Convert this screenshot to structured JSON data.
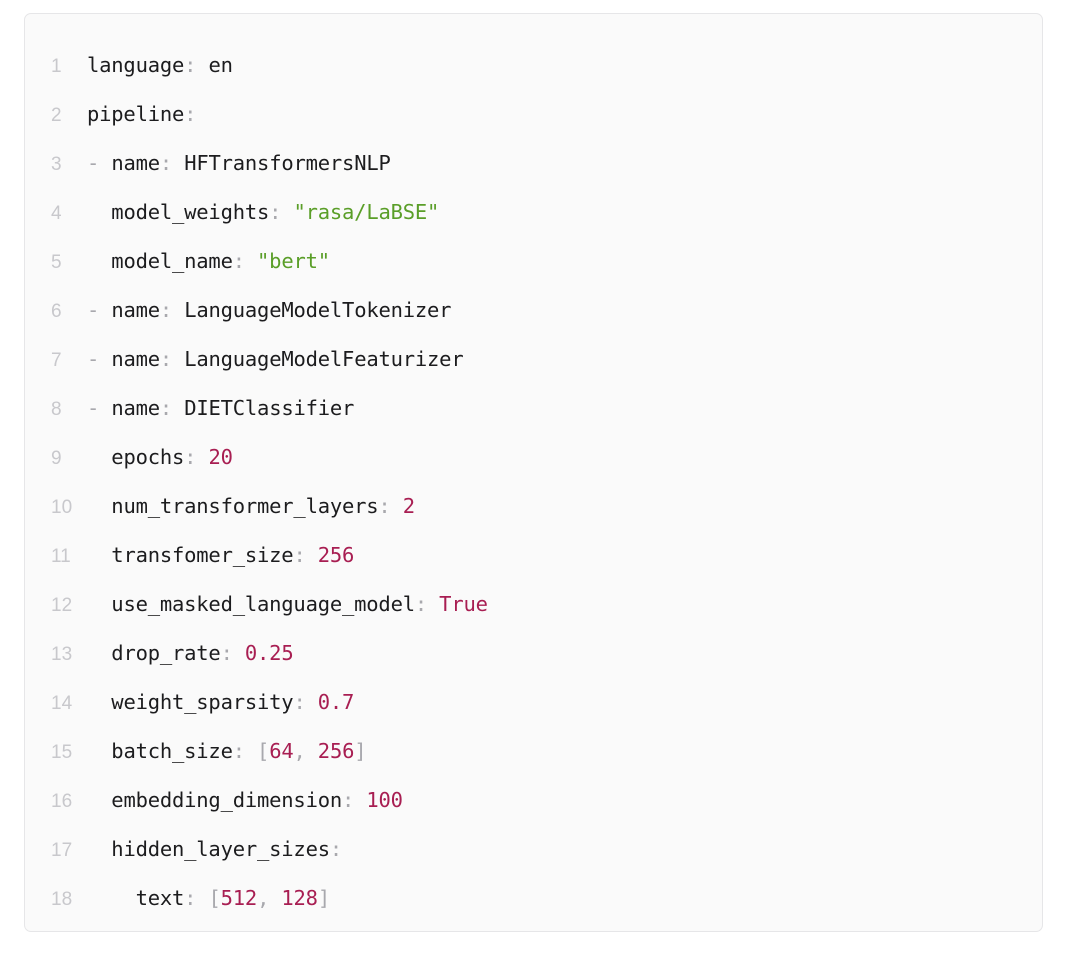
{
  "code_block": {
    "language": "yaml",
    "colors": {
      "background": "#fafafa",
      "border": "#e6e6e8",
      "page_background": "#ffffff",
      "line_number": "#c8c8cc",
      "key": "#1c1c1e",
      "plain_value": "#1c1c1e",
      "punctuation": "#a8a8ad",
      "string": "#5a9e28",
      "number": "#a81e52",
      "boolean": "#a81e52"
    },
    "lines": [
      {
        "number": "1",
        "indent": "",
        "tokens": [
          {
            "type": "key",
            "text": "language"
          },
          {
            "type": "punct",
            "text": ":"
          },
          {
            "type": "space",
            "text": " "
          },
          {
            "type": "plain",
            "text": "en"
          }
        ]
      },
      {
        "number": "2",
        "indent": "",
        "tokens": [
          {
            "type": "key",
            "text": "pipeline"
          },
          {
            "type": "punct",
            "text": ":"
          }
        ]
      },
      {
        "number": "3",
        "indent": "",
        "tokens": [
          {
            "type": "dash",
            "text": "-"
          },
          {
            "type": "space",
            "text": " "
          },
          {
            "type": "key",
            "text": "name"
          },
          {
            "type": "punct",
            "text": ":"
          },
          {
            "type": "space",
            "text": " "
          },
          {
            "type": "plain",
            "text": "HFTransformersNLP"
          }
        ]
      },
      {
        "number": "4",
        "indent": "  ",
        "tokens": [
          {
            "type": "key",
            "text": "model_weights"
          },
          {
            "type": "punct",
            "text": ":"
          },
          {
            "type": "space",
            "text": " "
          },
          {
            "type": "str",
            "text": "\"rasa/LaBSE\""
          }
        ]
      },
      {
        "number": "5",
        "indent": "  ",
        "tokens": [
          {
            "type": "key",
            "text": "model_name"
          },
          {
            "type": "punct",
            "text": ":"
          },
          {
            "type": "space",
            "text": " "
          },
          {
            "type": "str",
            "text": "\"bert\""
          }
        ]
      },
      {
        "number": "6",
        "indent": "",
        "tokens": [
          {
            "type": "dash",
            "text": "-"
          },
          {
            "type": "space",
            "text": " "
          },
          {
            "type": "key",
            "text": "name"
          },
          {
            "type": "punct",
            "text": ":"
          },
          {
            "type": "space",
            "text": " "
          },
          {
            "type": "plain",
            "text": "LanguageModelTokenizer"
          }
        ]
      },
      {
        "number": "7",
        "indent": "",
        "tokens": [
          {
            "type": "dash",
            "text": "-"
          },
          {
            "type": "space",
            "text": " "
          },
          {
            "type": "key",
            "text": "name"
          },
          {
            "type": "punct",
            "text": ":"
          },
          {
            "type": "space",
            "text": " "
          },
          {
            "type": "plain",
            "text": "LanguageModelFeaturizer"
          }
        ]
      },
      {
        "number": "8",
        "indent": "",
        "tokens": [
          {
            "type": "dash",
            "text": "-"
          },
          {
            "type": "space",
            "text": " "
          },
          {
            "type": "key",
            "text": "name"
          },
          {
            "type": "punct",
            "text": ":"
          },
          {
            "type": "space",
            "text": " "
          },
          {
            "type": "plain",
            "text": "DIETClassifier"
          }
        ]
      },
      {
        "number": "9",
        "indent": "  ",
        "tokens": [
          {
            "type": "key",
            "text": "epochs"
          },
          {
            "type": "punct",
            "text": ":"
          },
          {
            "type": "space",
            "text": " "
          },
          {
            "type": "num",
            "text": "20"
          }
        ]
      },
      {
        "number": "10",
        "indent": "  ",
        "tokens": [
          {
            "type": "key",
            "text": "num_transformer_layers"
          },
          {
            "type": "punct",
            "text": ":"
          },
          {
            "type": "space",
            "text": " "
          },
          {
            "type": "num",
            "text": "2"
          }
        ]
      },
      {
        "number": "11",
        "indent": "  ",
        "tokens": [
          {
            "type": "key",
            "text": "transfomer_size"
          },
          {
            "type": "punct",
            "text": ":"
          },
          {
            "type": "space",
            "text": " "
          },
          {
            "type": "num",
            "text": "256"
          }
        ]
      },
      {
        "number": "12",
        "indent": "  ",
        "tokens": [
          {
            "type": "key",
            "text": "use_masked_language_model"
          },
          {
            "type": "punct",
            "text": ":"
          },
          {
            "type": "space",
            "text": " "
          },
          {
            "type": "bool",
            "text": "True"
          }
        ]
      },
      {
        "number": "13",
        "indent": "  ",
        "tokens": [
          {
            "type": "key",
            "text": "drop_rate"
          },
          {
            "type": "punct",
            "text": ":"
          },
          {
            "type": "space",
            "text": " "
          },
          {
            "type": "num",
            "text": "0.25"
          }
        ]
      },
      {
        "number": "14",
        "indent": "  ",
        "tokens": [
          {
            "type": "key",
            "text": "weight_sparsity"
          },
          {
            "type": "punct",
            "text": ":"
          },
          {
            "type": "space",
            "text": " "
          },
          {
            "type": "num",
            "text": "0.7"
          }
        ]
      },
      {
        "number": "15",
        "indent": "  ",
        "tokens": [
          {
            "type": "key",
            "text": "batch_size"
          },
          {
            "type": "punct",
            "text": ":"
          },
          {
            "type": "space",
            "text": " "
          },
          {
            "type": "bracket",
            "text": "["
          },
          {
            "type": "num",
            "text": "64"
          },
          {
            "type": "punct",
            "text": ","
          },
          {
            "type": "space",
            "text": " "
          },
          {
            "type": "num",
            "text": "256"
          },
          {
            "type": "bracket",
            "text": "]"
          }
        ]
      },
      {
        "number": "16",
        "indent": "  ",
        "tokens": [
          {
            "type": "key",
            "text": "embedding_dimension"
          },
          {
            "type": "punct",
            "text": ":"
          },
          {
            "type": "space",
            "text": " "
          },
          {
            "type": "num",
            "text": "100"
          }
        ]
      },
      {
        "number": "17",
        "indent": "  ",
        "tokens": [
          {
            "type": "key",
            "text": "hidden_layer_sizes"
          },
          {
            "type": "punct",
            "text": ":"
          }
        ]
      },
      {
        "number": "18",
        "indent": "    ",
        "tokens": [
          {
            "type": "key",
            "text": "text"
          },
          {
            "type": "punct",
            "text": ":"
          },
          {
            "type": "space",
            "text": " "
          },
          {
            "type": "bracket",
            "text": "["
          },
          {
            "type": "num",
            "text": "512"
          },
          {
            "type": "punct",
            "text": ","
          },
          {
            "type": "space",
            "text": " "
          },
          {
            "type": "num",
            "text": "128"
          },
          {
            "type": "bracket",
            "text": "]"
          }
        ]
      }
    ]
  }
}
